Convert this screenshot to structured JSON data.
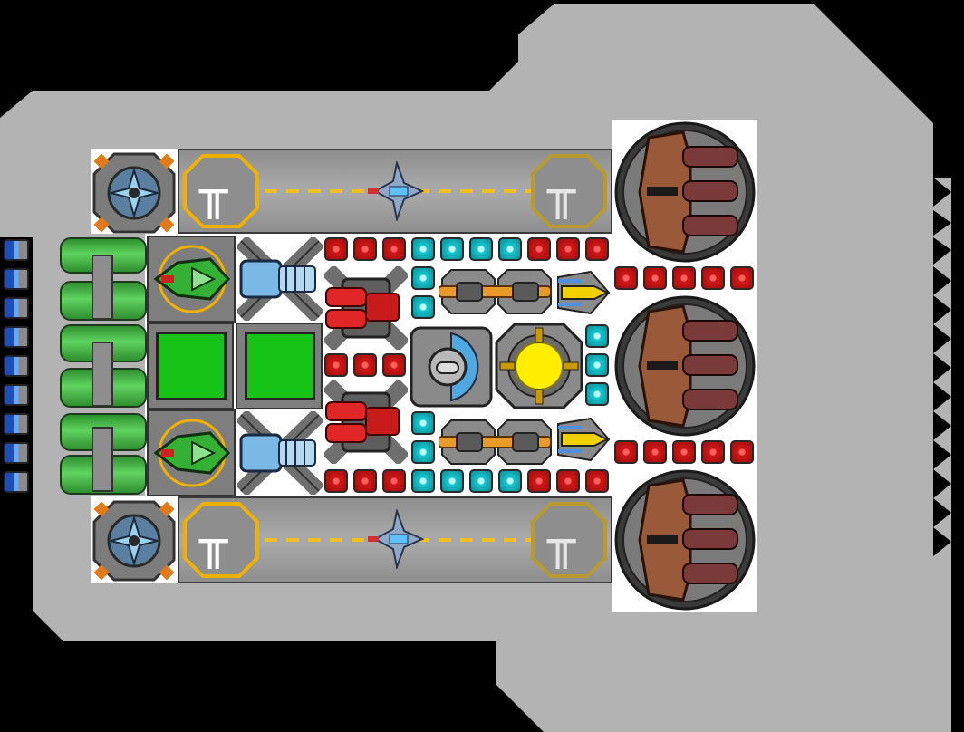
{
  "scene": {
    "background_color": "#000000",
    "hull_color": "#b3b3b3",
    "panel_color": "#ffffff"
  },
  "hangar_bays": [
    {
      "name": "top-hangar",
      "pad_glyph": "╥",
      "ship_icon": "fighter-ship-icon"
    },
    {
      "name": "bottom-hangar",
      "pad_glyph": "╥",
      "ship_icon": "fighter-ship-icon"
    }
  ],
  "modules": {
    "turrets": [
      "top-turret",
      "middle-turret",
      "bottom-turret"
    ],
    "reactor_color": "#ffee00",
    "armor_colors": {
      "red": "#d01818",
      "cyan": "#18c8d0"
    },
    "engine_colors": {
      "glow": "#1d4fb8",
      "pipe": "#3cb43c"
    }
  }
}
